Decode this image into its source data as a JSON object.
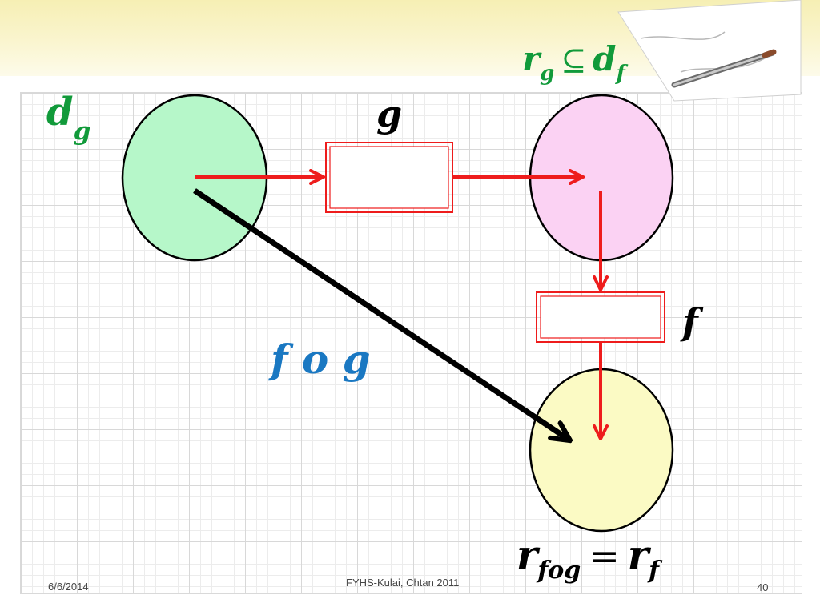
{
  "labels": {
    "domain_g": {
      "base": "d",
      "sub": "g"
    },
    "range_subset": {
      "left_base": "r",
      "left_sub": "g",
      "symbol": "⊆",
      "right_base": "d",
      "right_sub": "f"
    },
    "function_g": "g",
    "function_f": "f",
    "composite": "f o g",
    "range_composite": {
      "left_base": "r",
      "left_sub": "fog",
      "symbol": "=",
      "right_base": "r",
      "right_sub": "f"
    }
  },
  "footer": {
    "date": "6/6/2014",
    "center": "FYHS-Kulai, Chtan 2011",
    "page": "40"
  },
  "colors": {
    "green_text": "#119a3a",
    "blue_text": "#1a78c2",
    "red_arrow": "#ee1c1c",
    "black_arrow": "#000000",
    "ellipse_green": "#b6f7c9",
    "ellipse_pink": "#fbd2f3",
    "ellipse_yellow": "#fbfac4"
  },
  "icons": [
    "pencil-icon",
    "paper-sheet-icon"
  ]
}
